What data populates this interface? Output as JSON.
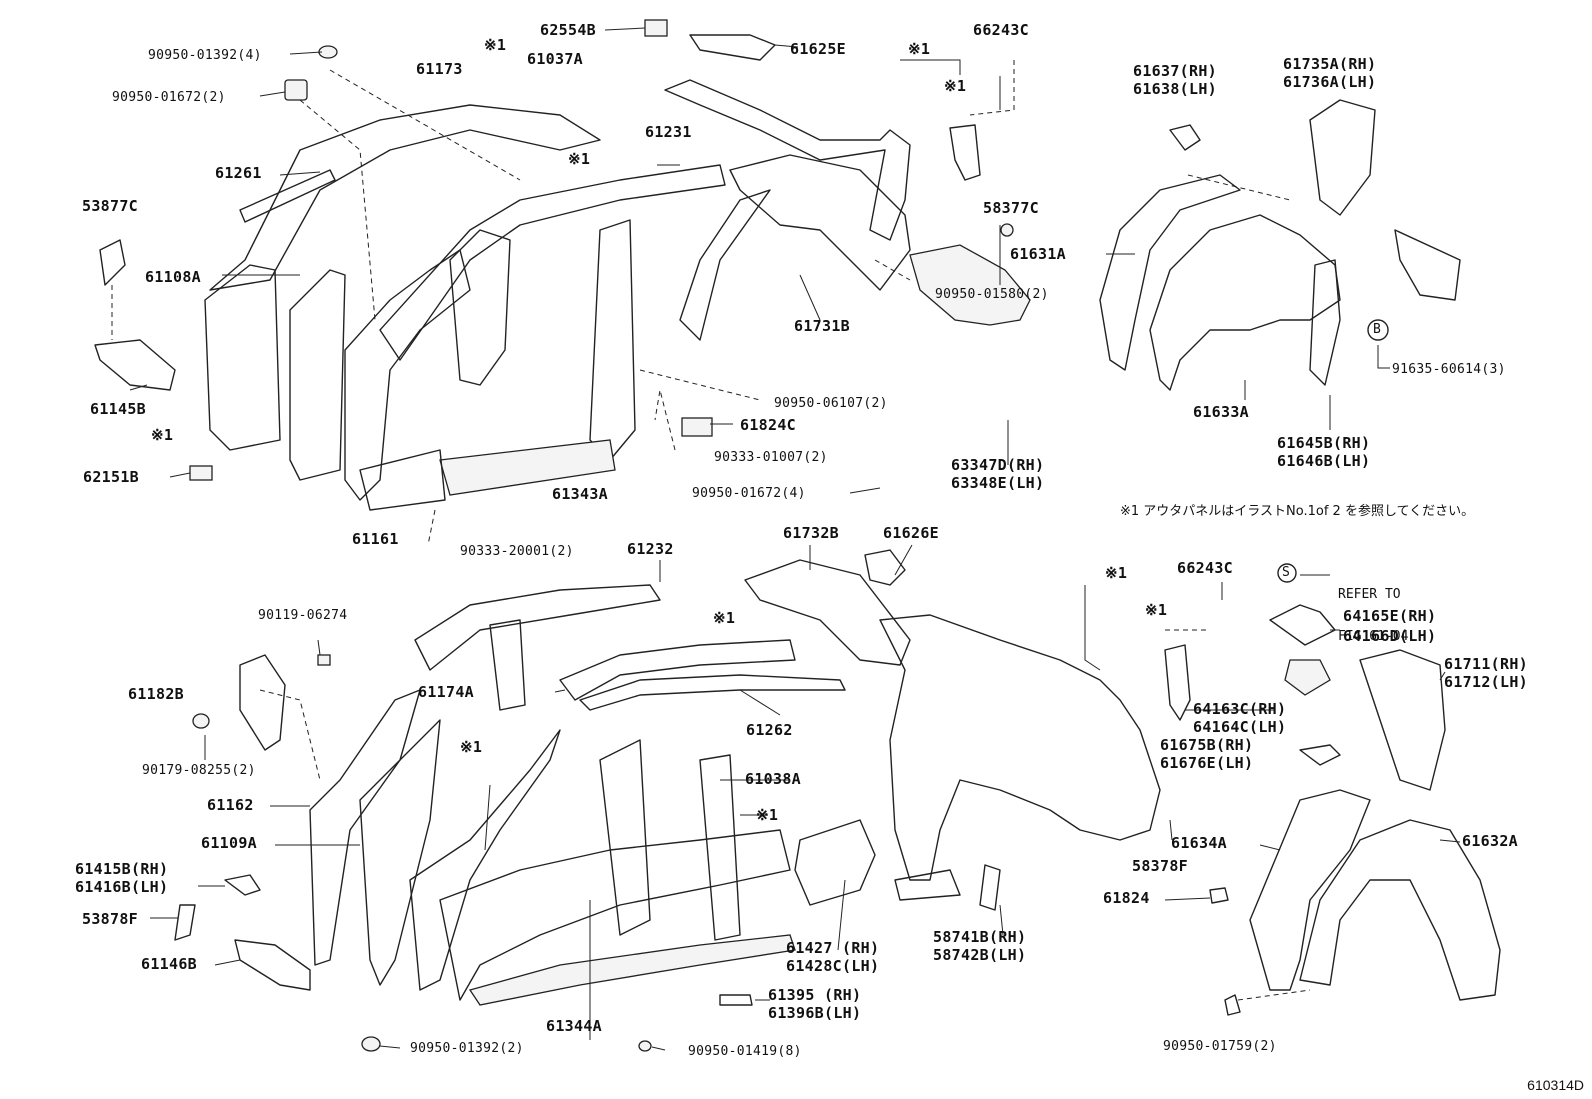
{
  "note": "※1 アウタパネルはイラストNo.1of 2 を参照してください。",
  "figure_id": "610314D",
  "refer_to": {
    "symbol": "S",
    "line1": "REFER TO",
    "line2": "FIG 61-04"
  },
  "circle_b": "B",
  "labels": [
    {
      "text": "90950-01392(4)",
      "small": true
    },
    {
      "text": "90950-01672(2)",
      "small": true
    },
    {
      "text": "※1"
    },
    {
      "text": "61173"
    },
    {
      "text": "61037A"
    },
    {
      "text": "62554B"
    },
    {
      "text": "61625E"
    },
    {
      "text": "※1"
    },
    {
      "text": "66243C"
    },
    {
      "text": "※1"
    },
    {
      "text": "61637(RH)"
    },
    {
      "text": "61638(LH)"
    },
    {
      "text": "61735A(RH)"
    },
    {
      "text": "61736A(LH)"
    },
    {
      "text": "※1"
    },
    {
      "text": "61231"
    },
    {
      "text": "61261"
    },
    {
      "text": "53877C"
    },
    {
      "text": "58377C"
    },
    {
      "text": "61631A"
    },
    {
      "text": "61108A"
    },
    {
      "text": "61731B"
    },
    {
      "text": "90950-01580(2)",
      "small": true
    },
    {
      "text": "91635-60614(3)",
      "small": true
    },
    {
      "text": "61145B"
    },
    {
      "text": "90950-06107(2)",
      "small": true
    },
    {
      "text": "61633A"
    },
    {
      "text": "※1"
    },
    {
      "text": "61824C"
    },
    {
      "text": "61645B(RH)"
    },
    {
      "text": "61646B(LH)"
    },
    {
      "text": "62151B"
    },
    {
      "text": "90333-01007(2)",
      "small": true
    },
    {
      "text": "63347D(RH)"
    },
    {
      "text": "63348E(LH)"
    },
    {
      "text": "61343A"
    },
    {
      "text": "90950-01672(4)",
      "small": true
    },
    {
      "text": "61161"
    },
    {
      "text": "90333-20001(2)",
      "small": true
    },
    {
      "text": "61232"
    },
    {
      "text": "61732B"
    },
    {
      "text": "61626E"
    },
    {
      "text": "66243C"
    },
    {
      "text": "※1"
    },
    {
      "text": "90119-06274",
      "small": true
    },
    {
      "text": "※1"
    },
    {
      "text": "※1"
    },
    {
      "text": "64165E(RH)"
    },
    {
      "text": "64166D(LH)"
    },
    {
      "text": "61182B"
    },
    {
      "text": "61174A"
    },
    {
      "text": "61711(RH)"
    },
    {
      "text": "61712(LH)"
    },
    {
      "text": "61262"
    },
    {
      "text": "64163C(RH)"
    },
    {
      "text": "64164C(LH)"
    },
    {
      "text": "90179-08255(2)",
      "small": true
    },
    {
      "text": "※1"
    },
    {
      "text": "61675B(RH)"
    },
    {
      "text": "61676E(LH)"
    },
    {
      "text": "61038A"
    },
    {
      "text": "61162"
    },
    {
      "text": "※1"
    },
    {
      "text": "61109A"
    },
    {
      "text": "61634A"
    },
    {
      "text": "61632A"
    },
    {
      "text": "58378F"
    },
    {
      "text": "61415B(RH)"
    },
    {
      "text": "61416B(LH)"
    },
    {
      "text": "61824"
    },
    {
      "text": "53878F"
    },
    {
      "text": "58741B(RH)"
    },
    {
      "text": "58742B(LH)"
    },
    {
      "text": "61427 (RH)"
    },
    {
      "text": "61428C(LH)"
    },
    {
      "text": "61146B"
    },
    {
      "text": "61395 (RH)"
    },
    {
      "text": "61396B(LH)"
    },
    {
      "text": "61344A"
    },
    {
      "text": "90950-01392(2)",
      "small": true
    },
    {
      "text": "90950-01419(8)",
      "small": true
    },
    {
      "text": "90950-01759(2)",
      "small": true
    }
  ]
}
